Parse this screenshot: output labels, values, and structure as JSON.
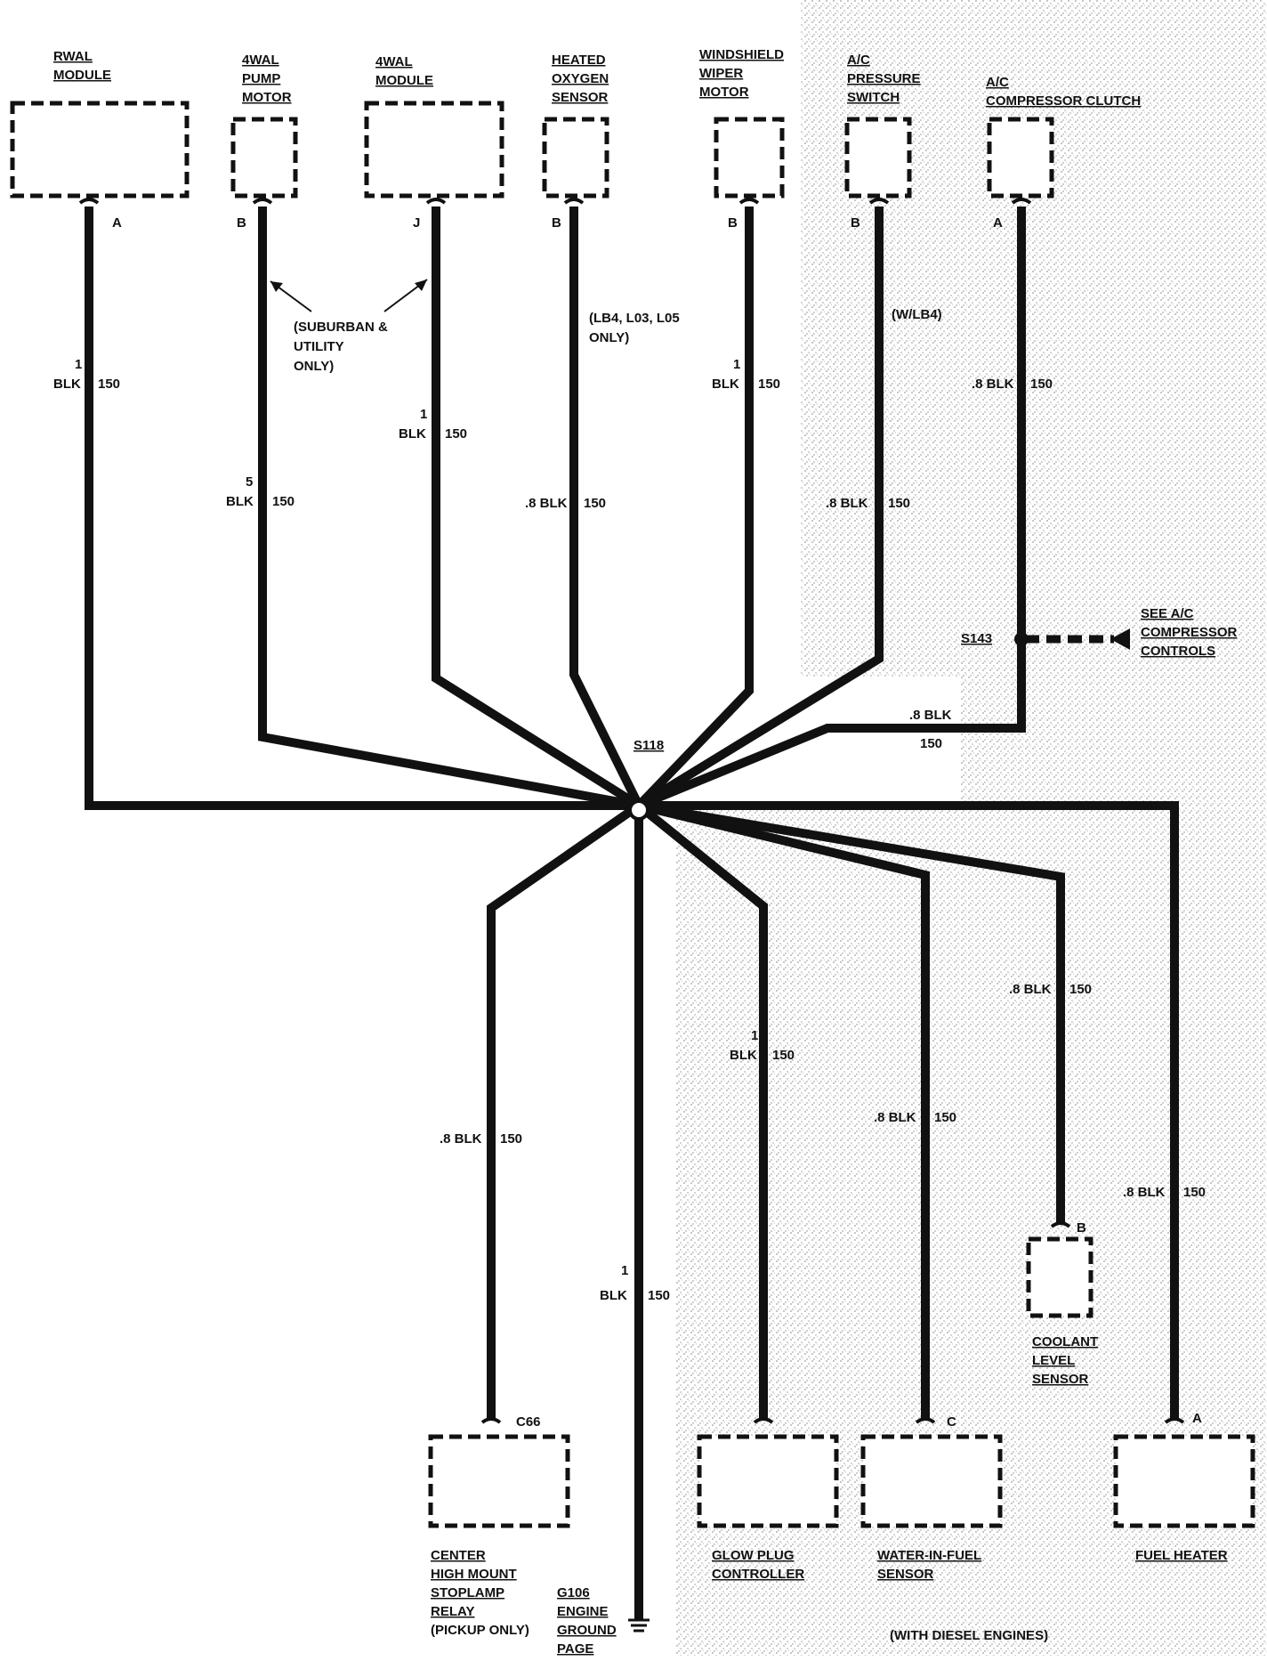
{
  "splice": {
    "id": "S118"
  },
  "splice2": {
    "id": "S143"
  },
  "ground": {
    "lines": [
      "G106",
      "ENGINE",
      "GROUND",
      "PAGE"
    ]
  },
  "components": {
    "rwal": {
      "name": [
        "RWAL",
        "MODULE"
      ],
      "pin": "A",
      "wire": [
        "1",
        "BLK",
        "150"
      ]
    },
    "pump": {
      "name": [
        "4WAL",
        "PUMP",
        "MOTOR"
      ],
      "pin": "B",
      "wire": [
        "5",
        "BLK",
        "150"
      ]
    },
    "fwal": {
      "name": [
        "4WAL",
        "MODULE"
      ],
      "pin": "J",
      "wire": [
        "1",
        "BLK",
        "150"
      ]
    },
    "o2": {
      "name": [
        "HEATED",
        "OXYGEN",
        "SENSOR"
      ],
      "pin": "B",
      "wire": [
        ".8 BLK",
        "150"
      ]
    },
    "wiper": {
      "name": [
        "WINDSHIELD",
        "WIPER",
        "MOTOR"
      ],
      "pin": "B",
      "wire": [
        "1",
        "BLK",
        "150"
      ]
    },
    "acp": {
      "name": [
        "A/C",
        "PRESSURE",
        "SWITCH"
      ],
      "pin": "B",
      "wire": [
        ".8 BLK",
        "150"
      ]
    },
    "acc": {
      "name": [
        "A/C",
        "COMPRESSOR CLUTCH"
      ],
      "pin": "A",
      "wire": [
        ".8 BLK",
        "150"
      ]
    },
    "chmsl": {
      "name": [
        "CENTER",
        "HIGH MOUNT",
        "STOPLAMP",
        "RELAY"
      ],
      "note": "(PICKUP ONLY)",
      "pin": "C66",
      "wire": [
        ".8 BLK",
        "150"
      ]
    },
    "ground_wire": {
      "wire": [
        "1",
        "BLK",
        "150"
      ]
    },
    "glow": {
      "name": [
        "GLOW PLUG",
        "CONTROLLER"
      ],
      "wire": [
        "1",
        "BLK",
        "150"
      ]
    },
    "wif": {
      "name": [
        "WATER-IN-FUEL",
        "SENSOR"
      ],
      "pin": "C",
      "wire": [
        ".8 BLK",
        "150"
      ]
    },
    "coolant": {
      "name": [
        "COOLANT",
        "LEVEL",
        "SENSOR"
      ],
      "pin": "B",
      "wire": [
        ".8 BLK",
        "150"
      ]
    },
    "fuel": {
      "name": [
        "FUEL HEATER"
      ],
      "pin": "A",
      "wire": [
        ".8 BLK",
        "150"
      ]
    }
  },
  "notes": {
    "suburban": [
      "(SUBURBAN &",
      "UTILITY",
      "ONLY)"
    ],
    "lb4": [
      "(LB4, L03, L05",
      "ONLY)"
    ],
    "wlb4": "(W/LB4)",
    "see_ac": [
      "SEE A/C",
      "COMPRESSOR",
      "CONTROLS"
    ],
    "s143_wire": [
      ".8 BLK",
      "150"
    ],
    "diesel": "(WITH DIESEL ENGINES)"
  }
}
